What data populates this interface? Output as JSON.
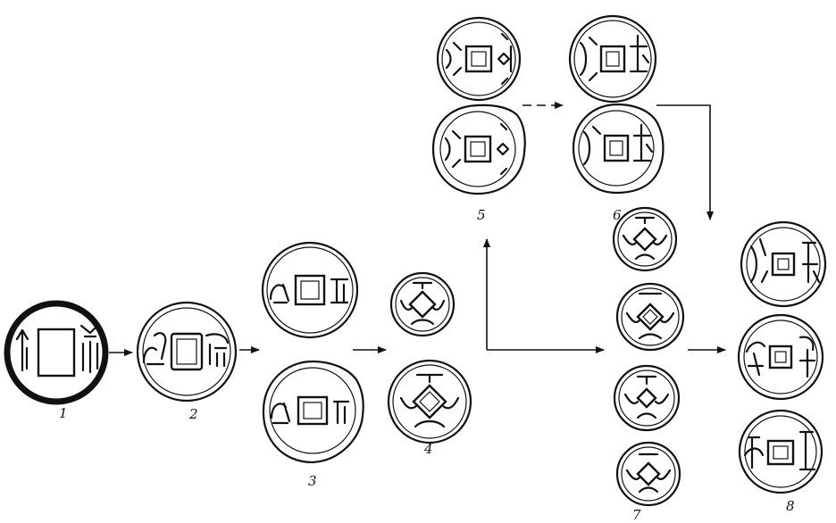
{
  "labels": {
    "g1": "1",
    "g2": "2",
    "g3": "3",
    "g4": "4",
    "g5": "5",
    "g6": "6",
    "g7": "7",
    "g8": "8"
  },
  "colors": {
    "ink": "#111111",
    "paper": "#ffffff"
  }
}
